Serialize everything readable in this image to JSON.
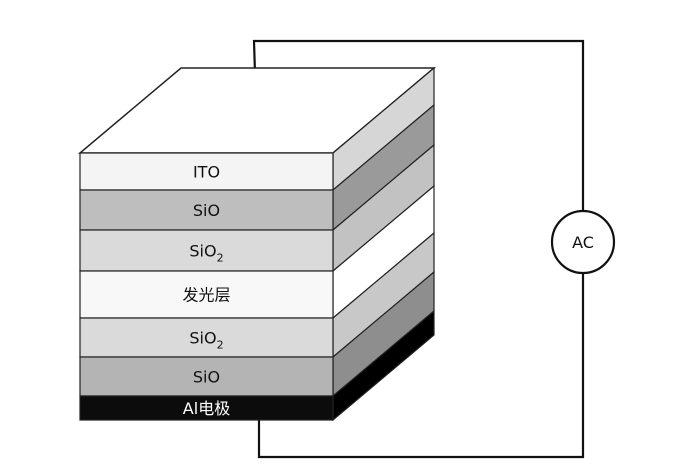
{
  "layers": [
    {
      "name": "ITO",
      "sub": "",
      "front": "#f4f4f4",
      "side": "#d6d6d6",
      "text_color": "#111111"
    },
    {
      "name": "SiO",
      "sub": "",
      "front": "#bebebe",
      "side": "#9a9a9a",
      "text_color": "#111111"
    },
    {
      "name": "SiO",
      "sub": "2",
      "front": "#dadada",
      "side": "#c2c2c2",
      "text_color": "#111111"
    },
    {
      "name": "发光层",
      "sub": "",
      "front": "#f8f8f8",
      "side": "#ffffff",
      "text_color": "#111111"
    },
    {
      "name": "SiO",
      "sub": "2",
      "front": "#dadada",
      "side": "#c8c8c8",
      "text_color": "#111111"
    },
    {
      "name": "SiO",
      "sub": "",
      "front": "#b4b4b4",
      "side": "#8e8e8e",
      "text_color": "#111111"
    },
    {
      "name": "Al电极",
      "sub": "",
      "front": "#0c0c0c",
      "side": "#000000",
      "text_color": "#ffffff"
    }
  ],
  "top_face_color": "#ffffff",
  "source": {
    "label": "AC"
  },
  "wire_color": "#111111"
}
